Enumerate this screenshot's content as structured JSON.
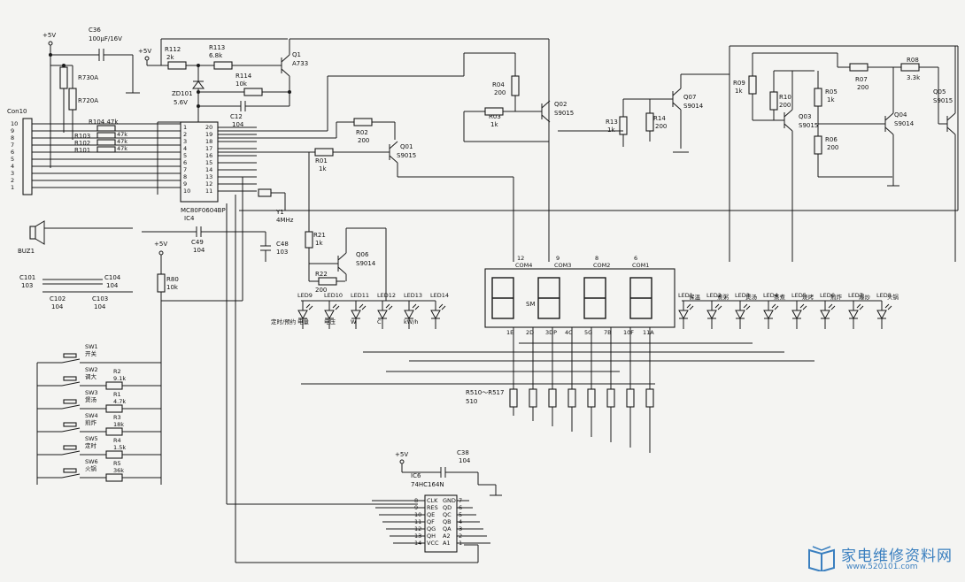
{
  "supply": {
    "vcc_a": "+5V",
    "vcc_b": "+5V",
    "vcc_c": "+5V",
    "vcc_d": "+5V"
  },
  "connector": {
    "name": "Con10",
    "pins": [
      "10",
      "9",
      "8",
      "7",
      "6",
      "5",
      "4",
      "3",
      "2",
      "1"
    ]
  },
  "mcu": {
    "name": "MC80F0604BP",
    "ref": "IC4",
    "pins_left": [
      "1",
      "2",
      "3",
      "4",
      "5",
      "6",
      "7",
      "8",
      "9",
      "10"
    ],
    "pins_right": [
      "20",
      "19",
      "18",
      "17",
      "16",
      "15",
      "14",
      "13",
      "12",
      "11"
    ]
  },
  "shift": {
    "ref": "IC6",
    "name": "74HC164N",
    "pins_left": [
      "8",
      "9",
      "10",
      "11",
      "12",
      "13",
      "14"
    ],
    "labels_left": [
      "CLK",
      "RES",
      "QE",
      "QF",
      "QG",
      "QH",
      "VCC"
    ],
    "labels_right": [
      "GND",
      "QD",
      "QC",
      "QB",
      "QA",
      "A2",
      "A1"
    ],
    "pins_right": [
      "7",
      "6",
      "5",
      "4",
      "3",
      "2",
      "1"
    ]
  },
  "parts": {
    "C36": {
      "ref": "C36",
      "val": "100μF/16V"
    },
    "R730A": "R730A",
    "R720A": "R720A",
    "R104": "R104 47k",
    "R103": "R103",
    "R102": "R102",
    "R101": "R101",
    "k47a": "47k",
    "k47b": "47k",
    "k47c": "47k",
    "R112": {
      "ref": "R112",
      "val": "2k"
    },
    "R113": {
      "ref": "R113",
      "val": "6.8k"
    },
    "R114": {
      "ref": "R114",
      "val": "10k"
    },
    "ZD101": {
      "ref": "ZD101",
      "val": "5.6V"
    },
    "C12": {
      "ref": "C12",
      "val": "104"
    },
    "Q1": {
      "ref": "Q1",
      "val": "A733"
    },
    "R04": {
      "ref": "R04",
      "val": "200"
    },
    "R03": {
      "ref": "R03",
      "val": "1k"
    },
    "Q02": {
      "ref": "Q02",
      "val": "S9015"
    },
    "R02": {
      "ref": "R02",
      "val": "200"
    },
    "Q01": {
      "ref": "Q01",
      "val": "S9015"
    },
    "R01": {
      "ref": "R01",
      "val": "1k"
    },
    "R13": {
      "ref": "R13",
      "val": "1k"
    },
    "R14": {
      "ref": "R14",
      "val": "200"
    },
    "Q07": {
      "ref": "Q07",
      "val": "S9014"
    },
    "R09": {
      "ref": "R09",
      "val": "1k"
    },
    "R10": {
      "ref": "R10",
      "val": "200"
    },
    "Q03": {
      "ref": "Q03",
      "val": "S9015"
    },
    "R05": {
      "ref": "R05",
      "val": "1k"
    },
    "R06": {
      "ref": "R06",
      "val": "200"
    },
    "R07": {
      "ref": "R07",
      "val": "200"
    },
    "R08": {
      "ref": "R08",
      "val": "3.3k"
    },
    "Q04": {
      "ref": "Q04",
      "val": "S9014"
    },
    "Q05": {
      "ref": "Q05",
      "val": "S9015"
    },
    "Y1": {
      "ref": "Y1",
      "val": "4MHz"
    },
    "C49": {
      "ref": "C49",
      "val": "104"
    },
    "C48": {
      "ref": "C48",
      "val": "103"
    },
    "R21": {
      "ref": "R21",
      "val": "1k"
    },
    "R22": {
      "ref": "R22",
      "val": "200"
    },
    "Q06": {
      "ref": "Q06",
      "val": "S9014"
    },
    "R80": {
      "ref": "R80",
      "val": "10k"
    },
    "C101": {
      "ref": "C101",
      "val": "103"
    },
    "C102": {
      "ref": "C102",
      "val": "104"
    },
    "C103": {
      "ref": "C103",
      "val": "104"
    },
    "C104": {
      "ref": "C104",
      "val": "104"
    },
    "C38": {
      "ref": "C38",
      "val": "104"
    },
    "BUZ1": "BUZ1",
    "R510": {
      "ref": "R510～R517",
      "val": "510"
    }
  },
  "switches": [
    {
      "ref": "SW1",
      "name": "开关",
      "r": "",
      "rv": ""
    },
    {
      "ref": "SW2",
      "name": "调大",
      "r": "R2",
      "rv": "9.1k"
    },
    {
      "ref": "SW3",
      "name": "煲汤",
      "r": "R1",
      "rv": "4.7k"
    },
    {
      "ref": "SW4",
      "name": "煎炸",
      "r": "R3",
      "rv": "18k"
    },
    {
      "ref": "SW5",
      "name": "定时",
      "r": "R4",
      "rv": "1.5k"
    },
    {
      "ref": "SW6",
      "name": "火锅",
      "r": "R5",
      "rv": "36k"
    }
  ],
  "display": {
    "sm": "SM",
    "coms": [
      {
        "pin": "12",
        "name": "COM4"
      },
      {
        "pin": "9",
        "name": "COM3"
      },
      {
        "pin": "8",
        "name": "COM2"
      },
      {
        "pin": "6",
        "name": "COM1"
      }
    ],
    "segs": [
      "1E",
      "2D",
      "3DP",
      "4C",
      "5G",
      "7B",
      "10F",
      "11A"
    ]
  },
  "leds_left": [
    {
      "ref": "LED9",
      "label": "定时/预约"
    },
    {
      "ref": "LED10",
      "label": "电量"
    },
    {
      "ref": "LED11",
      "label": "电压"
    },
    {
      "ref": "LED12",
      "label": "W"
    },
    {
      "ref": "LED13",
      "label": "C"
    },
    {
      "ref": "LED14",
      "label": "kW/h"
    }
  ],
  "leds_right": [
    {
      "ref": "LED1",
      "label": "保温"
    },
    {
      "ref": "LED2",
      "label": "煮粥"
    },
    {
      "ref": "LED3",
      "label": "煲汤"
    },
    {
      "ref": "LED4",
      "label": "蒸煮"
    },
    {
      "ref": "LED5",
      "label": "烧烤"
    },
    {
      "ref": "LED6",
      "label": "煎炸"
    },
    {
      "ref": "LED7",
      "label": "爆炒"
    },
    {
      "ref": "LED8",
      "label": "火锅"
    }
  ],
  "watermark": {
    "title": "家电维修资料网",
    "url": "www.520101.com"
  }
}
